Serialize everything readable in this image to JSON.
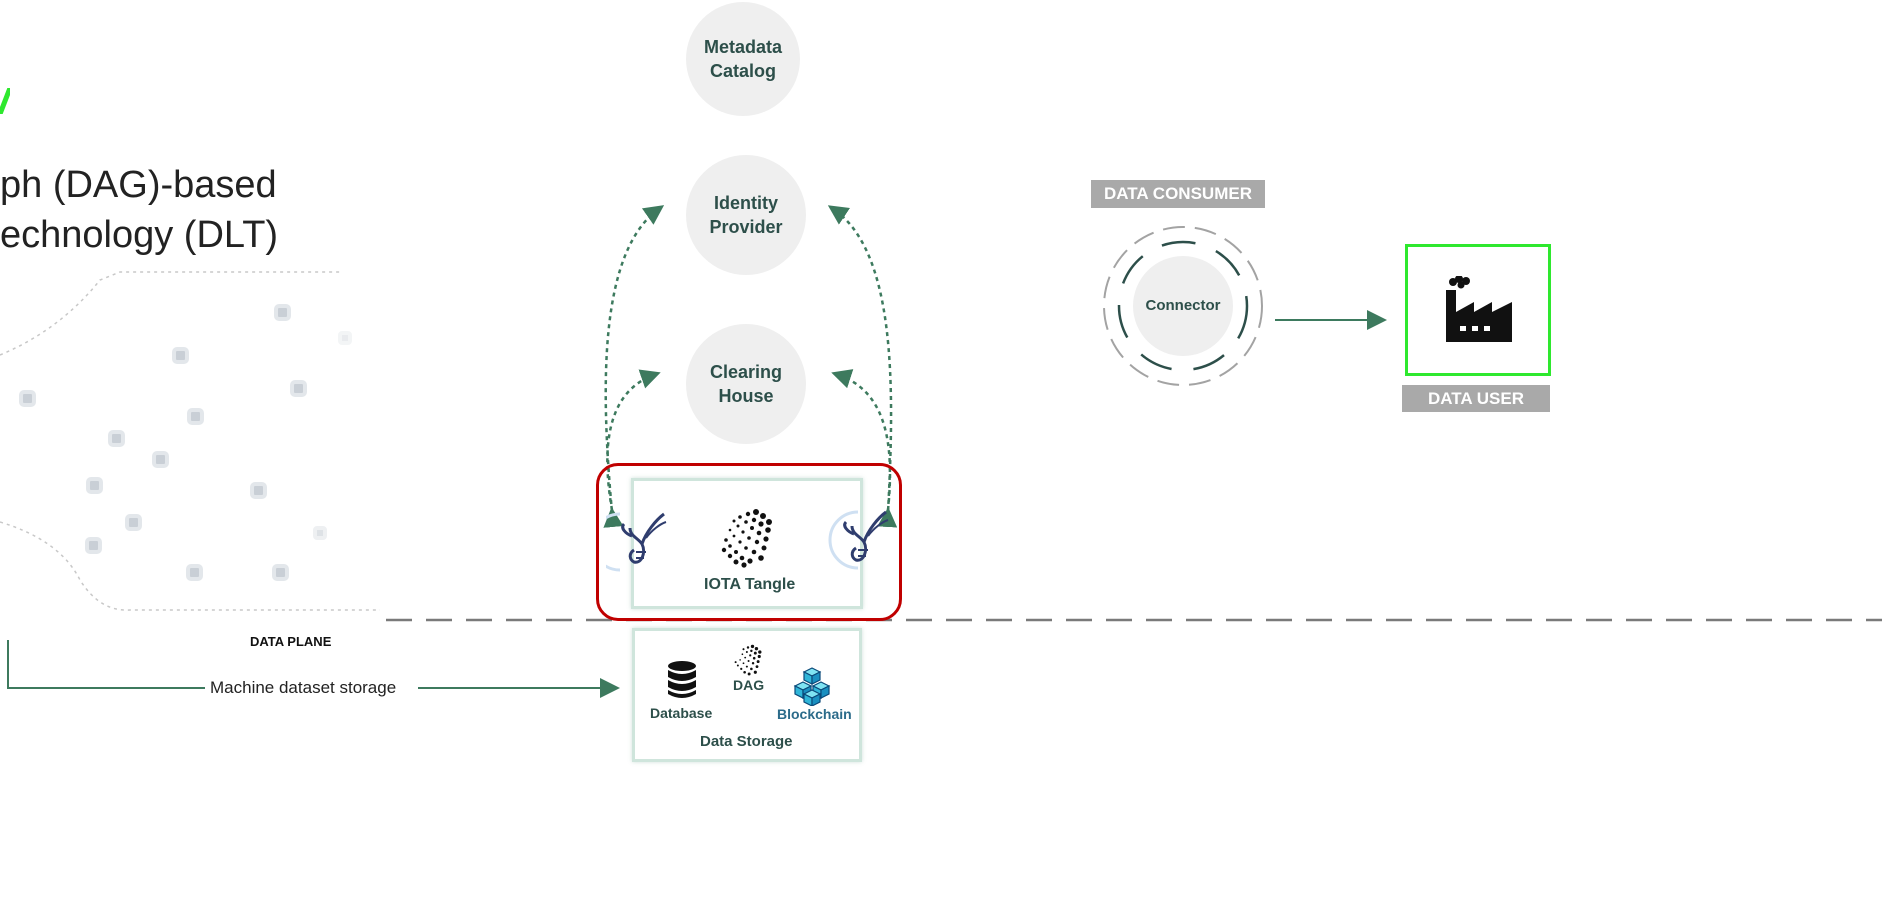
{
  "title": {
    "line1": "ph (DAG)-based",
    "line2": "echnology (DLT)"
  },
  "nodes": {
    "metadata_catalog": [
      "Metadata",
      "Catalog"
    ],
    "identity_provider": [
      "Identity",
      "Provider"
    ],
    "clearing_house": [
      "Clearing",
      "House"
    ],
    "connector": "Connector"
  },
  "tangle": {
    "label": "IOTA Tangle"
  },
  "storage": {
    "database": "Database",
    "dag": "DAG",
    "blockchain": "Blockchain",
    "title": "Data Storage"
  },
  "labels": {
    "data_consumer": "DATA CONSUMER",
    "data_user": "DATA USER",
    "data_plane": "DATA PLANE",
    "machine_dataset_storage": "Machine dataset storage"
  },
  "colors": {
    "accent_green": "#2ee82e",
    "arrow_green": "#3d7a5e",
    "highlight_red": "#c00000",
    "node_text": "#2d4f4a",
    "tag_gray": "#a9a9a9",
    "circle_fill": "#efefef"
  },
  "icons": {
    "tangle": "iota-logo-icon",
    "bee_left": "bee-icon",
    "bee_right": "bee-icon",
    "database": "database-icon",
    "dag": "iota-logo-icon",
    "blockchain": "blockchain-cubes-icon",
    "factory": "factory-icon"
  }
}
